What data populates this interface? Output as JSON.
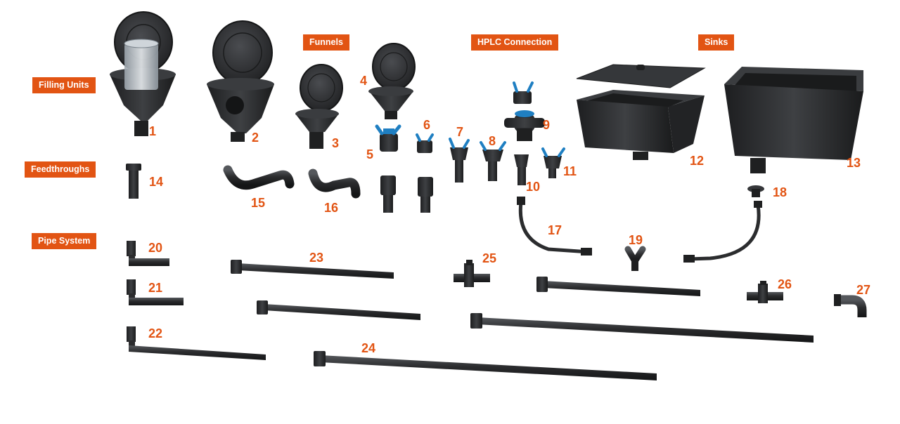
{
  "colors": {
    "accent": "#e25413",
    "part": "#2b2c2e",
    "part_light": "#45474a",
    "valve_blue": "#1f7fc2"
  },
  "categories": {
    "filling_units": "Filling Units",
    "funnels": "Funnels",
    "hplc_connection": "HPLC Connection",
    "sinks": "Sinks",
    "feedthroughs": "Feedthroughs",
    "pipe_system": "Pipe System"
  },
  "numbers": {
    "n1": "1",
    "n2": "2",
    "n3": "3",
    "n4": "4",
    "n5": "5",
    "n6": "6",
    "n7": "7",
    "n8": "8",
    "n9": "9",
    "n10": "10",
    "n11": "11",
    "n12": "12",
    "n13": "13",
    "n14": "14",
    "n15": "15",
    "n16": "16",
    "n17": "17",
    "n18": "18",
    "n19": "19",
    "n20": "20",
    "n21": "21",
    "n22": "22",
    "n23": "23",
    "n24": "24",
    "n25": "25",
    "n26": "26",
    "n27": "27"
  }
}
